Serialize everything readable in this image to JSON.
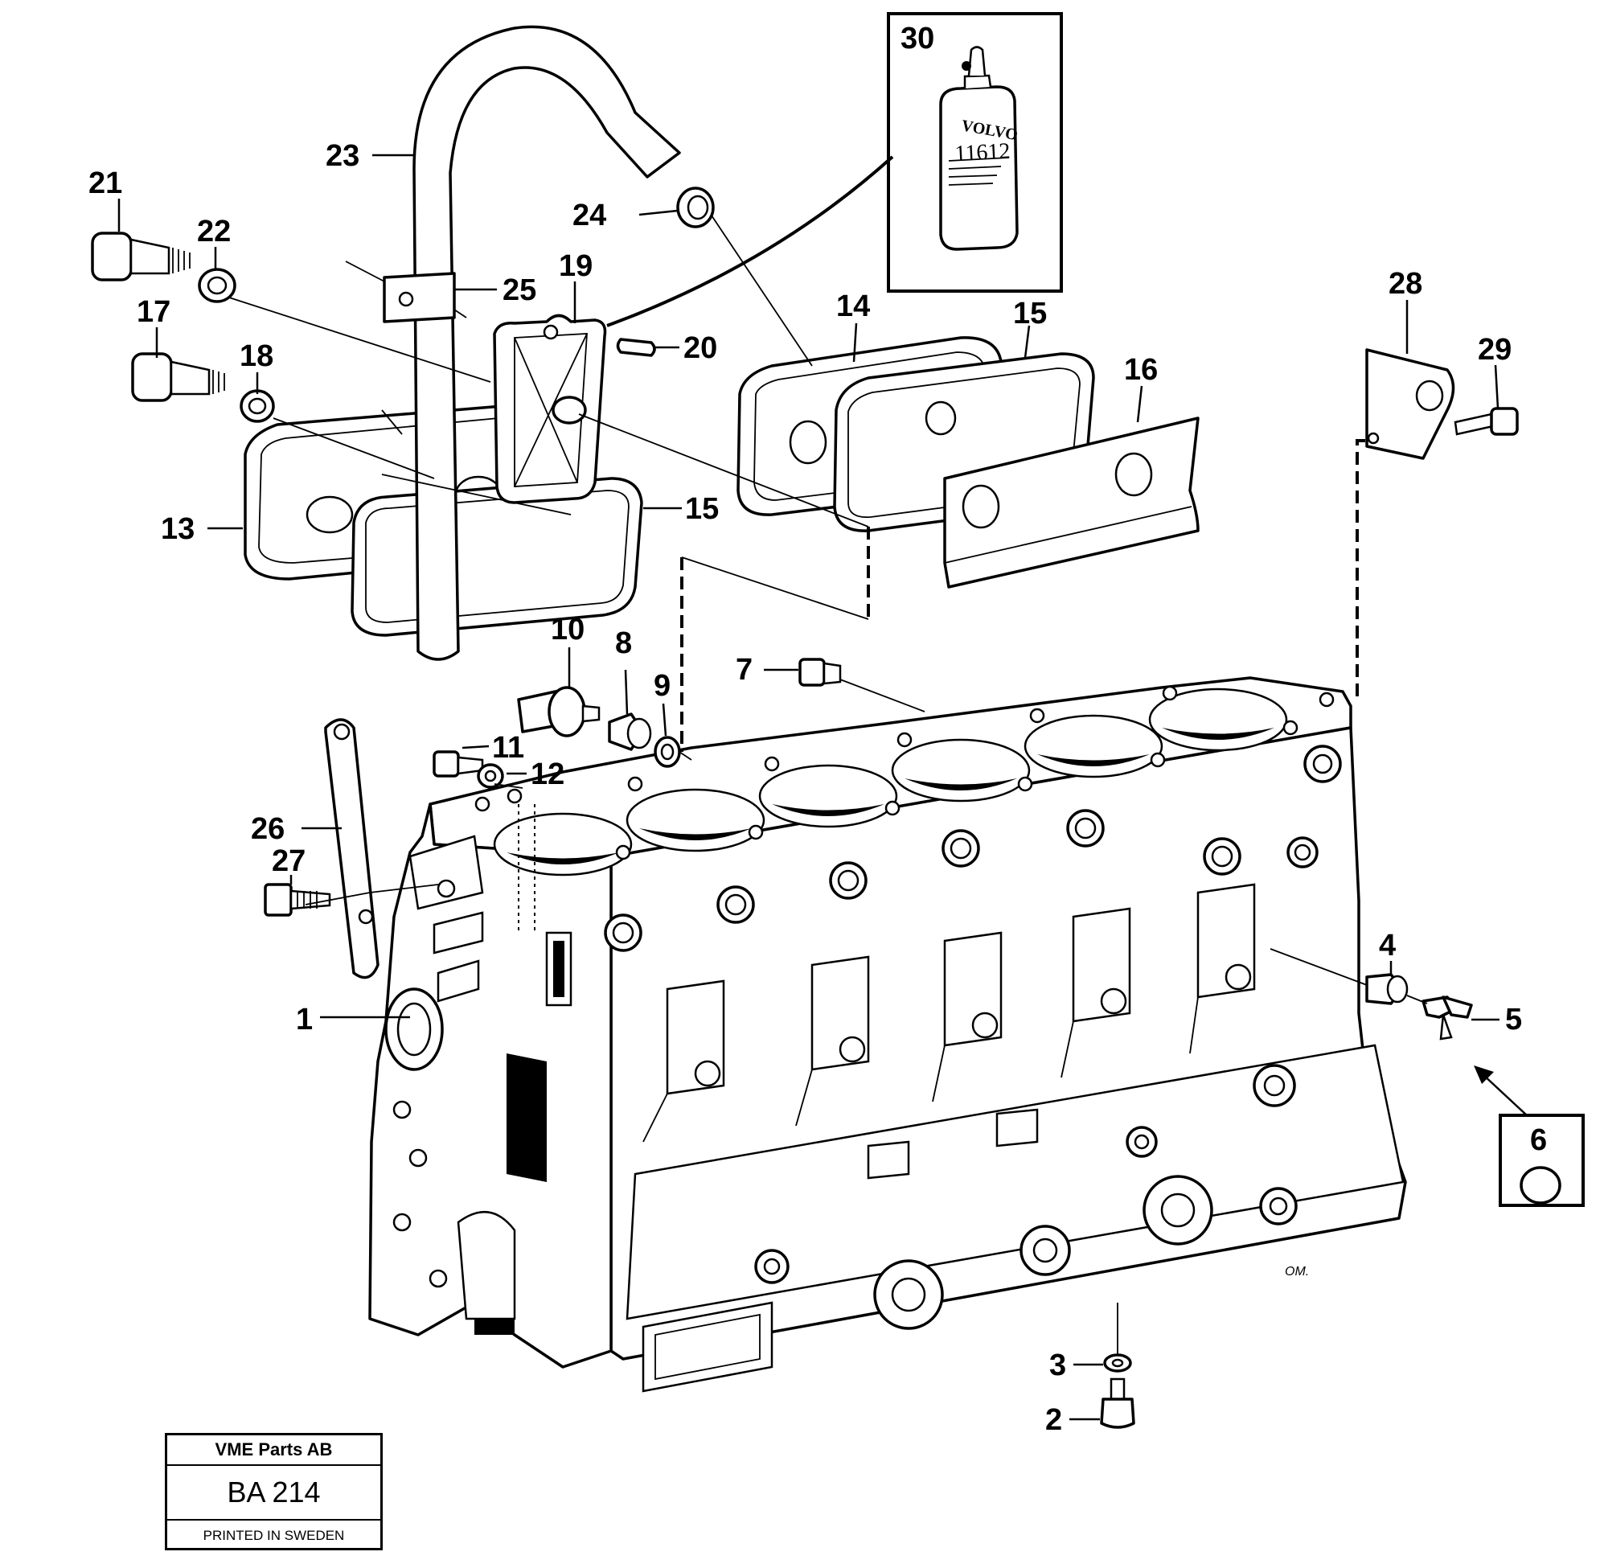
{
  "callouts": {
    "c1": "1",
    "c2": "2",
    "c3": "3",
    "c4": "4",
    "c5": "5",
    "c6": "6",
    "c7": "7",
    "c8": "8",
    "c9": "9",
    "c10": "10",
    "c11": "11",
    "c12": "12",
    "c13": "13",
    "c14": "14",
    "c15a": "15",
    "c15b": "15",
    "c16": "16",
    "c17": "17",
    "c18": "18",
    "c19": "19",
    "c20": "20",
    "c21": "21",
    "c22": "22",
    "c23": "23",
    "c24": "24",
    "c25": "25",
    "c26": "26",
    "c27": "27",
    "c28": "28",
    "c29": "29",
    "c30": "30"
  },
  "bottle": {
    "brand": "VOLVO",
    "number": "11612"
  },
  "stamp": {
    "company": "VME Parts AB",
    "code": "BA 214",
    "printed": "PRINTED IN SWEDEN"
  },
  "drafter_initials": "OM."
}
